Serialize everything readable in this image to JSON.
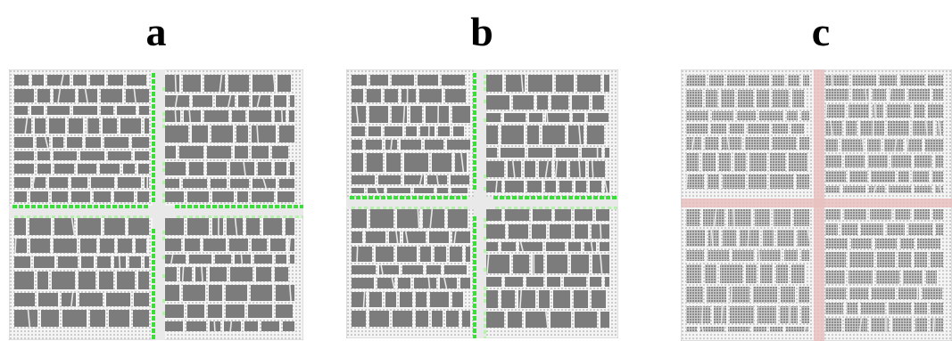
{
  "figure": {
    "panels": [
      {
        "id": "a",
        "label": "a",
        "style": "green-seams",
        "seed": 11
      },
      {
        "id": "b",
        "label": "b",
        "style": "green-seams",
        "seed": 23
      },
      {
        "id": "c",
        "label": "c",
        "style": "pink-seams",
        "seed": 37
      }
    ],
    "colors": {
      "block_fill": "#7c7c7c",
      "mortar": "#d8d8d8",
      "dot": "#9a9a9a",
      "green_seam": "#3ddc3d",
      "green_seam_light": "#b8f0b0",
      "pink_seam": "#e8c0c0",
      "c_block_fill": "#8a8a8a",
      "c_hatch": "#c8c8c8"
    }
  }
}
